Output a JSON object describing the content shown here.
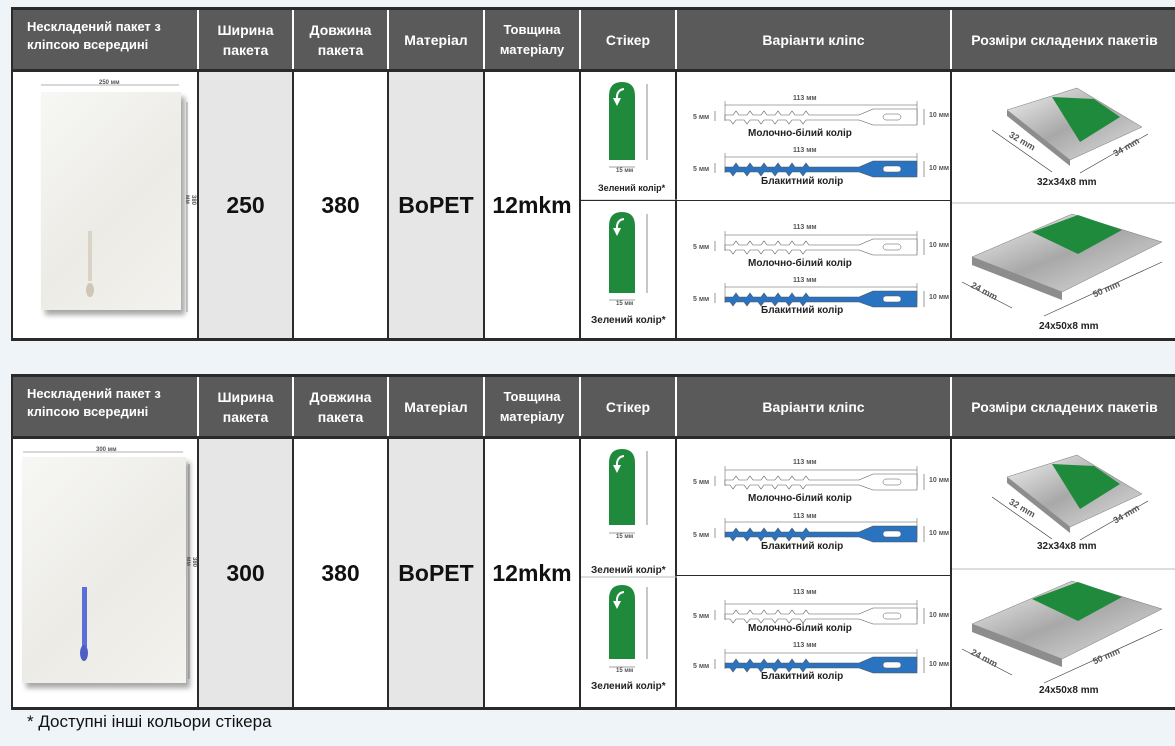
{
  "headers": {
    "unfolded": "Нескладений пакет з кліпсою всередині",
    "width": "Ширина пакета",
    "length": "Довжина пакета",
    "material": "Матеріал",
    "thickness": "Товщина матеріалу",
    "sticker": "Стікер",
    "clips": "Варіанти кліпс",
    "folded": "Розміри складених пакетів"
  },
  "tables": [
    {
      "packet_width_label": "250 мм",
      "packet_height_label": "380 мм",
      "width": "250",
      "length": "380",
      "material": "BoPET",
      "thickness": "12mkm",
      "clip_color": "#d9d2c6"
    },
    {
      "packet_width_label": "300 мм",
      "packet_height_label": "380 мм",
      "width": "300",
      "length": "380",
      "material": "BoPET",
      "thickness": "12mkm",
      "clip_color": "#5b6fd6"
    }
  ],
  "sticker": {
    "label": "Зелений колір*",
    "width_label": "15 мм",
    "color": "#1f8a3c"
  },
  "clips": {
    "length_label": "113 мм",
    "height_label": "10 мм",
    "tooth_label": "5 мм",
    "white_label": "Молочно-білий колір",
    "blue_label": "Блакитний колір",
    "white_color": "#ffffff",
    "blue_color": "#2a73c0"
  },
  "folded": {
    "small": {
      "caption": "32x34x8 mm",
      "dim_a": "32 mm",
      "dim_b": "34 mm"
    },
    "large": {
      "caption": "24x50x8 mm",
      "dim_a": "24 mm",
      "dim_b": "50 mm"
    }
  },
  "footnote": "* Доступні інші кольори стікера"
}
